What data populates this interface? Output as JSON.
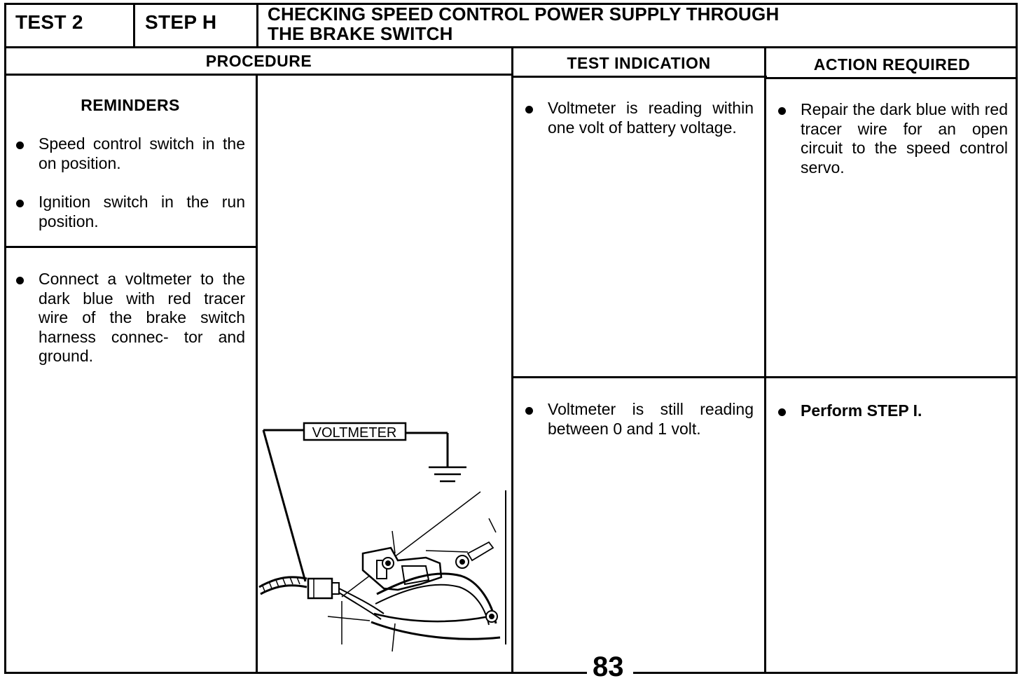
{
  "header": {
    "test": "TEST 2",
    "step": "STEP H",
    "title_line1": "CHECKING SPEED CONTROL POWER SUPPLY THROUGH",
    "title_line2": "THE BRAKE SWITCH"
  },
  "columns": {
    "procedure": "PROCEDURE",
    "test_indication": "TEST INDICATION",
    "action_required": "ACTION REQUIRED"
  },
  "procedure": {
    "reminders_heading": "REMINDERS",
    "reminders": [
      "Speed control switch in the on position.",
      "Ignition switch in the run position."
    ],
    "instruction": "Connect a voltmeter to the dark blue with red tracer wire of the brake switch harness connec- tor and ground."
  },
  "illustration": {
    "label": "VOLTMETER",
    "ground_icon": "ground-symbol-icon",
    "component_icon": "brake-switch-connector-drawing"
  },
  "results": [
    {
      "indication": "Voltmeter is reading within one volt of battery voltage.",
      "action": "Repair the dark blue with red tracer wire for an open circuit to the speed control servo."
    },
    {
      "indication": "Voltmeter is still reading between 0 and 1 volt.",
      "action": "Perform STEP I."
    }
  ],
  "page_number": "83"
}
